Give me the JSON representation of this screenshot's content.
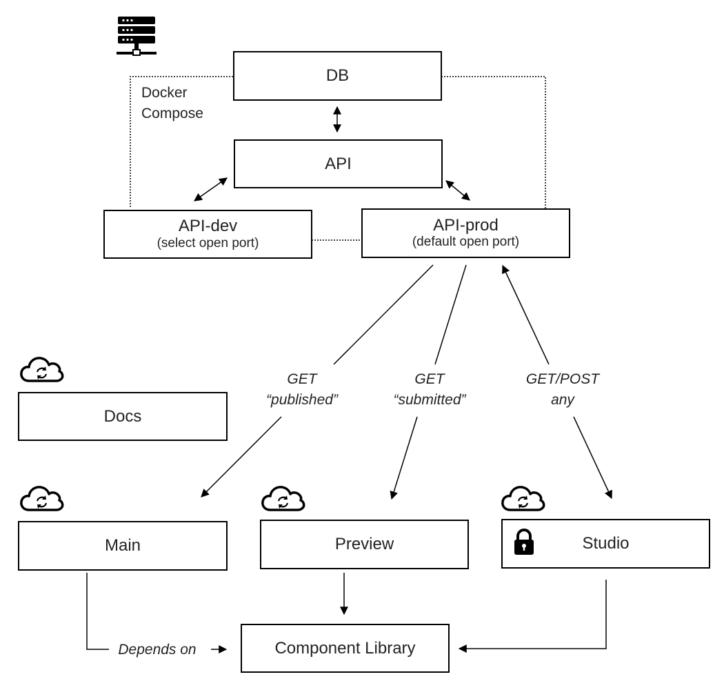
{
  "nodes": {
    "db": {
      "title": "DB"
    },
    "api": {
      "title": "API"
    },
    "api_dev": {
      "title": "API-dev",
      "subtitle": "(select open port)"
    },
    "api_prod": {
      "title": "API-prod",
      "subtitle": "(default open port)"
    },
    "docs": {
      "title": "Docs"
    },
    "main": {
      "title": "Main"
    },
    "preview": {
      "title": "Preview"
    },
    "studio": {
      "title": "Studio"
    },
    "component_library": {
      "title": "Component Library"
    }
  },
  "group_label": {
    "line1": "Docker",
    "line2": "Compose"
  },
  "edge_labels": {
    "published": {
      "line1": "GET",
      "line2": "“published”"
    },
    "submitted": {
      "line1": "GET",
      "line2": "“submitted”"
    },
    "getpost": {
      "line1": "GET/POST",
      "line2": "any"
    },
    "depends": "Depends on"
  },
  "icons": {
    "server": "server-icon",
    "cloud": "cloud-sync-icon",
    "lock": "lock-icon"
  }
}
